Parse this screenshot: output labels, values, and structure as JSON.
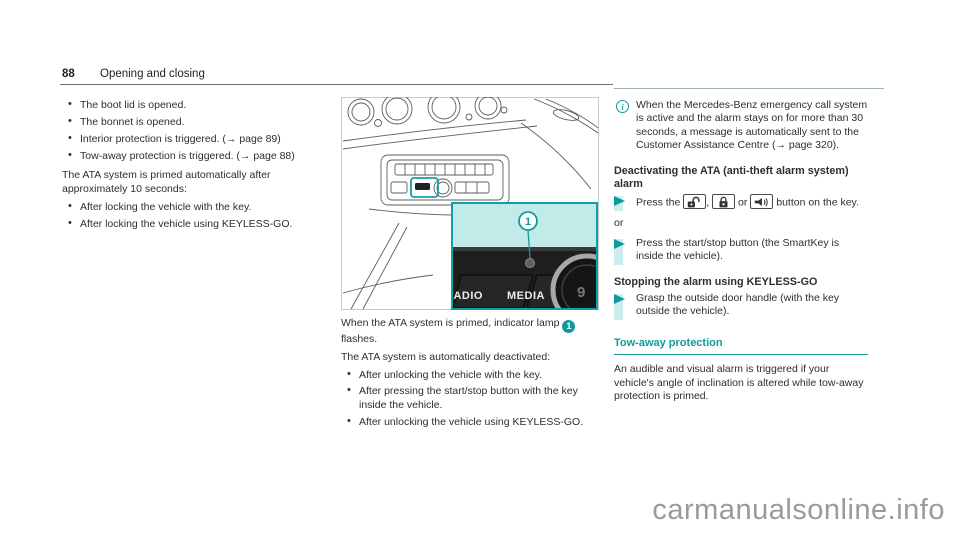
{
  "header": {
    "page_number": "88",
    "title": "Opening and closing"
  },
  "left_column": {
    "bullets": [
      "The boot lid is opened.",
      "The bonnet is opened.",
      "Interior protection is triggered. (→ page 89)",
      "Tow-away protection is triggered. (→ page 88)"
    ],
    "paragraph": "The ATA system is primed automatically after approximately 10 seconds:",
    "bullets2": [
      "After locking the vehicle with the key.",
      "After locking the vehicle using KEYLESS-GO."
    ]
  },
  "figure": {
    "radio_label": "RADIO",
    "media_label": "MEDIA",
    "dial_digit": "9",
    "callout": "1"
  },
  "caption": {
    "pre": "When the ATA system is primed, indicator lamp",
    "badge": "1",
    "post": "flashes.",
    "paragraph": "The ATA system is automatically deactivated:",
    "bullets": [
      "After unlocking the vehicle with the key.",
      "After pressing the start/stop button with the key inside the vehicle.",
      "After unlocking the vehicle using KEYLESS-GO."
    ]
  },
  "right_column": {
    "note": "When the Mercedes-Benz emergency call system is active and the alarm stays on for more than 30 seconds, a message is auto­matically sent to the Customer Assistance Centre (→ page 320).",
    "heading1": "Deactivating the ATA (anti-theft alarm sys­tem) alarm",
    "step1_pre": "Press the",
    "step1_comma": ",",
    "step1_or": "or",
    "step1_post": "button on the key.",
    "or_separator": "or",
    "step2": "Press the start/stop button (the SmartKey is inside the vehicle).",
    "heading2": "Stopping the alarm using KEYLESS-GO",
    "step3": "Grasp the outside door handle (with the key outside the vehicle).",
    "section_heading": "Tow-away protection",
    "section_paragraph": "An audible and visual alarm is triggered if your vehicle's angle of inclination is altered while tow-away protection is primed."
  },
  "icons": {
    "info_glyph": "i",
    "key_buttons": [
      "unlock-key-icon",
      "lock-key-icon",
      "panic-alarm-key-icon"
    ]
  },
  "watermark": "carmanualsonline.info",
  "colors": {
    "accent_teal": "#0f9b9d",
    "light_cyan_bar": "#cdecec",
    "inset_cyan": "#c2eae9",
    "inset_border": "#14a0a0",
    "rule_gray": "#6f6f6f",
    "text": "#2e2e2e",
    "watermark_gray": "#9a9a9a"
  }
}
